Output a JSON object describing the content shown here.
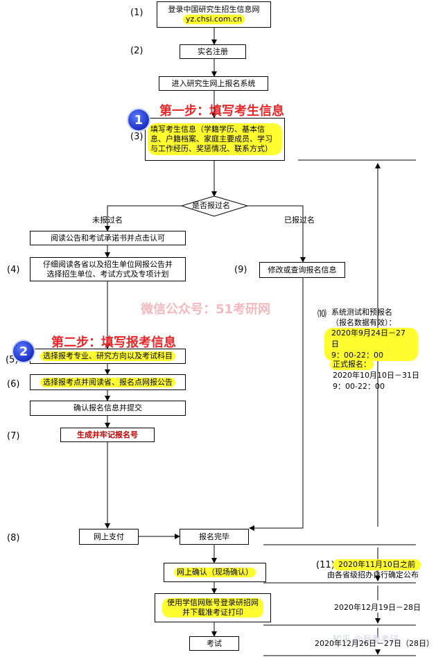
{
  "step_numbers": [
    "(1)",
    "(2)",
    "(3)",
    "(4)",
    "(9)",
    "⑽",
    "(5)",
    "(6)",
    "(7)",
    "(8)",
    "(11)"
  ],
  "boxes": {
    "login_line1": "登录中国研究生招生信息网",
    "login_url": "yz.chsi.com.cn",
    "register": "实名注册",
    "enter_system": "进入研究生网上报名系统",
    "fill_info": "填写考生信息（学籍学历、基本信息、户籍档案、家庭主要成员、学习与工作经历、奖惩情况、联系方式）",
    "decision": "是否报过名",
    "read_notice": "阅读公告和考试承诺书并点击认可",
    "read_carefully": "仔细阅读各省以及招生单位网报公告并选择招生单位、考试方式及专项计划",
    "modify_query": "修改或查询报名信息",
    "choose_major": "选择报考专业、研究方向以及考试科目",
    "choose_site": "选择报考点并阅读省、报名点网报公告",
    "confirm_submit": "确认报名信息并提交",
    "generate_number": "生成并牢记报名号",
    "online_pay": "网上支付",
    "complete": "报名完毕",
    "online_confirm": "网上确认（现场确认）",
    "print_ticket": "使用学信网账号登录研招网并下载准考证打印",
    "exam": "考试"
  },
  "branch_labels": {
    "not_registered": "未报过名",
    "registered": "已报过名"
  },
  "steps": {
    "step1": "第一步：填写考生信息",
    "step2": "第二步：填写报考信息"
  },
  "badges": {
    "b1": "1",
    "b2": "2"
  },
  "watermark": "微信公众号：51考研网",
  "watermark_zhihu": "知乎 @我要考研",
  "timeline": {
    "test_title": "系统测试和预报名",
    "test_sub": "（报名数据有效）：",
    "test_date1": "2020年9月24日－27日",
    "test_time1": "9：00-22：00",
    "formal_title": "正式报名：",
    "formal_date": "2020年10月10日－31日",
    "formal_time": "9：00-22：00",
    "confirm_deadline": "2020年11月10日之前",
    "confirm_note": "由各省级招办自行确定公布",
    "print_dates": "2020年12月19日－28日",
    "exam_dates": "2020年12月26日－27日（28日）"
  },
  "colors": {
    "highlight": "#fffc30",
    "step_red": "#e8272a",
    "badge_blue": "#1a2fc4",
    "generate_red": "#c00000"
  }
}
